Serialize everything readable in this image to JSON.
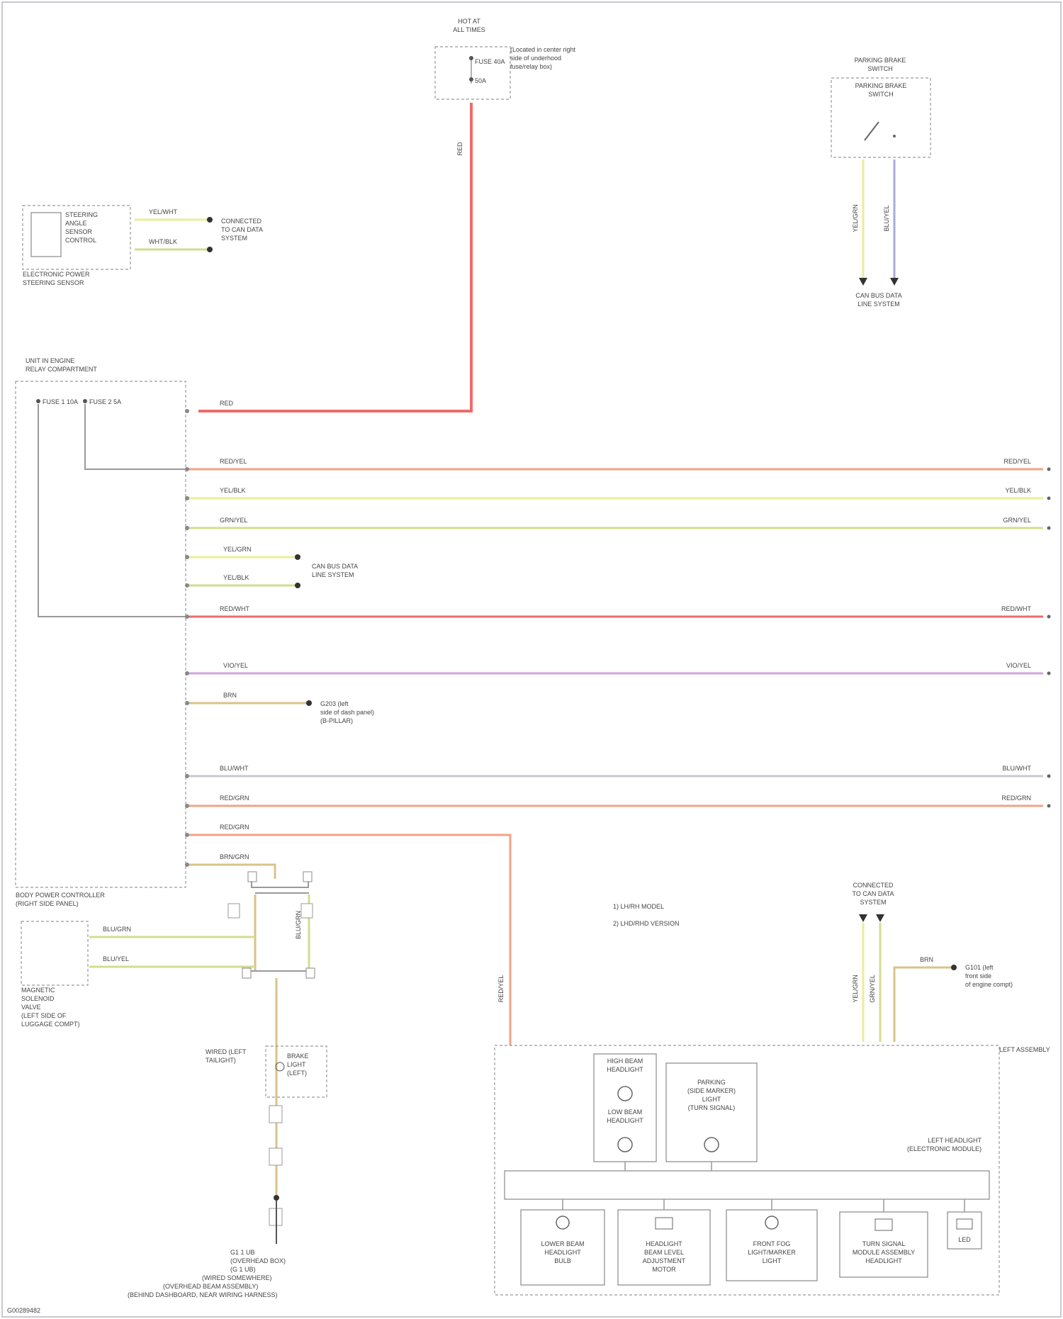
{
  "colors": {
    "red": "#ee6b6b",
    "orange": "#f2a384",
    "yellow": "#eaee9a",
    "yellowgreen": "#d3dc8f",
    "lilac": "#cfa6de",
    "tan": "#d9c388",
    "gray": "#9a9a9a",
    "bluegray": "#a9abd8",
    "lightgray": "#c8c8d2"
  },
  "footer_code": "G00289482",
  "fuse_box": {
    "title": [
      "HOT AT",
      "ALL TIMES"
    ],
    "fuse_label": "FUSE 40A",
    "fuse_sub": "50A",
    "location": [
      "(Located in center right",
      "side of underhood",
      "fuse/relay box)"
    ],
    "wire": "RED"
  },
  "parking_brake": {
    "title": [
      "PARKING BRAKE",
      "SWITCH"
    ],
    "component": [
      "PARKING BRAKE",
      "SWITCH"
    ],
    "wire_left": "YEL/GRN",
    "wire_right": "BLU/YEL",
    "dest": [
      "CAN BUS DATA",
      "LINE SYSTEM"
    ]
  },
  "steering_sensor": {
    "label": [
      "ELECTRONIC POWER",
      "STEERING SENSOR"
    ],
    "inner": [
      "STEERING",
      "ANGLE",
      "SENSOR",
      "CONTROL"
    ],
    "wires": [
      "YEL/WHT",
      "WHT/BLK"
    ],
    "dest": [
      "CONNECTED",
      "TO CAN DATA",
      "SYSTEM"
    ]
  },
  "relay_box": {
    "title": [
      "UNIT IN ENGINE",
      "RELAY COMPARTMENT"
    ],
    "fuses": [
      "FUSE 1 10A",
      "FUSE 2 5A"
    ],
    "label_bottom": [
      "BODY POWER CONTROLLER",
      "(RIGHT SIDE PANEL)"
    ]
  },
  "wires": {
    "red_in": "RED",
    "w1": "RED/YEL",
    "w2": "YEL/BLK",
    "w3": "GRN/YEL",
    "can1": "YEL/GRN",
    "can2": "YEL/BLK",
    "can_dest": [
      "CAN BUS DATA",
      "LINE SYSTEM"
    ],
    "w4": "RED/WHT",
    "w5": "VIO/YEL",
    "gnd": "BRN",
    "gnd_dest": [
      "G203 (left",
      "side of dash panel)",
      "(B-PILLAR)"
    ],
    "w6": "BLU/WHT",
    "w7": "RED/GRN",
    "w8": "RED/GRN",
    "w9": "BRN/GRN",
    "w6r": "BLU/WHT",
    "w7r": "RED/GRN"
  },
  "motor": {
    "wires": [
      "BLU/GRN",
      "BLU/YEL"
    ],
    "label": [
      "MAGNETIC",
      "SOLENOID",
      "VALVE",
      "(LEFT SIDE OF",
      "LUGGAGE COMPT)"
    ],
    "vert": [
      "BLU/GRN",
      "BLU/GRN"
    ]
  },
  "junction": {
    "label": [
      "WIRED (LEFT",
      "TAILIGHT)"
    ],
    "inner": [
      "BRAKE",
      "LIGHT",
      "(LEFT)"
    ],
    "ground": [
      "G1 1 UB",
      "(OVERHEAD BOX)",
      "(G 1 UB)",
      "(WIRED SOMEWHERE)",
      "(OVERHEAD BEAM ASSEMBLY)",
      "(BEHIND DASHBOARD, NEAR WIRING HARNESS)"
    ]
  },
  "notes": [
    "1) LH/RH MODEL",
    "2) LHD/RHD VERSION"
  ],
  "left_assembly": {
    "title": "LEFT ASSEMBLY",
    "top_conn": [
      "CONNECTED",
      "TO CAN DATA",
      "SYSTEM"
    ],
    "gnd": "BRN",
    "gnd_dest": [
      "G101 (left",
      "front side",
      "of engine compt)"
    ],
    "wire_a": "YEL/GRN",
    "wire_b": "GRN/YEL",
    "vwire": "RED/YEL",
    "box1": [
      "HIGH BEAM",
      "HEADLIGHT"
    ],
    "box1b": [
      "LOW BEAM",
      "HEADLIGHT"
    ],
    "box2": [
      "PARKING",
      "(SIDE MARKER)",
      "LIGHT",
      "(TURN SIGNAL)"
    ],
    "box3": [
      "LOWER BEAM",
      "HEADLIGHT",
      "BULB"
    ],
    "box4": [
      "HEADLIGHT",
      "BEAM LEVEL",
      "ADJUSTMENT",
      "MOTOR"
    ],
    "box5": [
      "FRONT FOG",
      "LIGHT/MARKER",
      "LIGHT"
    ],
    "box6": [
      "TURN SIGNAL",
      "MODULE ASSEMBLY",
      "HEADLIGHT"
    ],
    "box7": [
      "LED"
    ],
    "module": [
      "LEFT HEADLIGHT",
      "(ELECTRONIC MODULE)"
    ]
  }
}
